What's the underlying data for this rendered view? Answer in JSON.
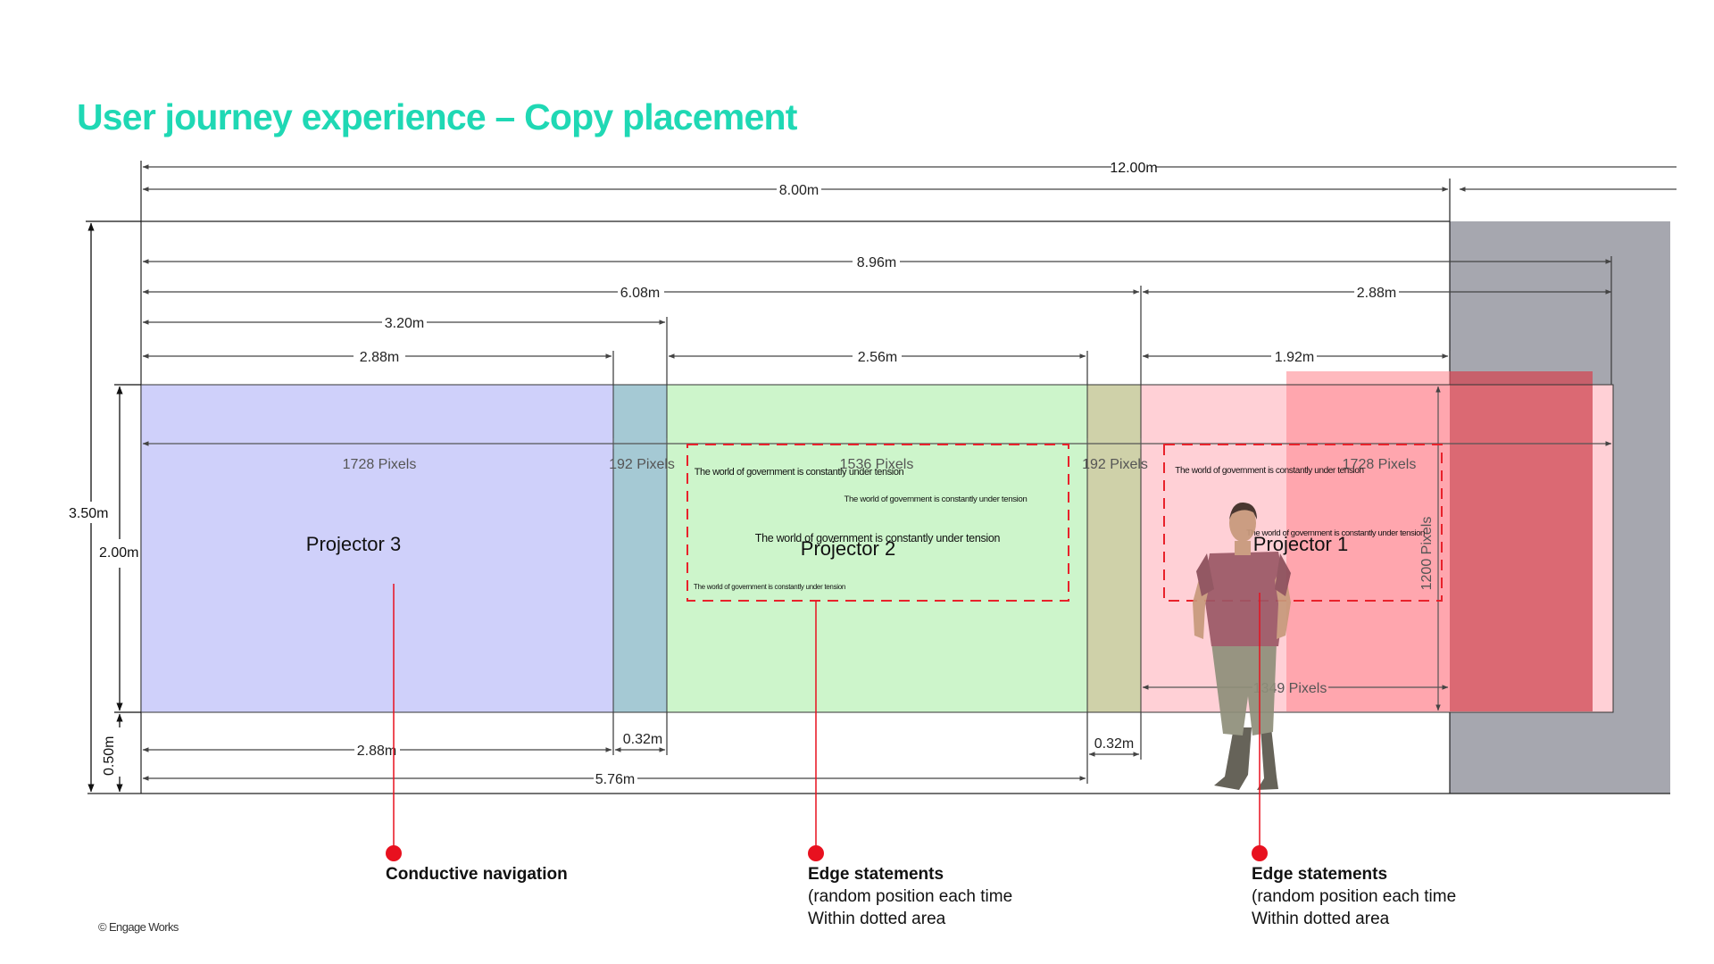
{
  "title": "User journey experience – Copy placement",
  "dimensions": {
    "total_width": "12.00m",
    "wall_width": "8.00m",
    "projection_width": "8.96m",
    "p3_p2_span": "6.08m",
    "p1_span": "2.88m",
    "p3_blend_span": "3.20m",
    "p3_width": "2.88m",
    "p2_width": "2.56m",
    "p1_visible": "1.92m",
    "total_height": "3.50m",
    "image_height": "2.00m",
    "base_height": "0.50m",
    "bottom_p3": "2.88m",
    "bottom_blend_left": "0.32m",
    "bottom_blend_right": "0.32m",
    "bottom_total": "5.76m"
  },
  "pixels": {
    "p3": "1728 Pixels",
    "blend_left": "192 Pixels",
    "p2": "1536 Pixels",
    "blend_right": "192 Pixels",
    "p1": "1728 Pixels",
    "p1_height": "1200 Pixels",
    "p1_visible": "1349 Pixels"
  },
  "projectors": {
    "p3": "Projector 3",
    "p2": "Projector 2",
    "p1": "Projector 1"
  },
  "statement_text": "The world of government is constantly under tension",
  "callouts": {
    "nav": {
      "heading": "Conductive navigation"
    },
    "edge_center": {
      "heading": "Edge statements",
      "line1": "(random position each time",
      "line2": "Within dotted area"
    },
    "edge_right": {
      "heading": "Edge statements",
      "line1": "(random position each time",
      "line2": "Within dotted area"
    }
  },
  "colors": {
    "accent": "#1fd8b4",
    "projector3": "#cfd0fa",
    "blend_left": "#a5c9d4",
    "projector2": "#cdf5cb",
    "blend_right": "#cfd1a9",
    "projector1": "#ffd0d6",
    "overlay": "#ff8a93",
    "wall": "#a6a7af",
    "marker": "#e8111f"
  },
  "copyright": "© Engage Works"
}
